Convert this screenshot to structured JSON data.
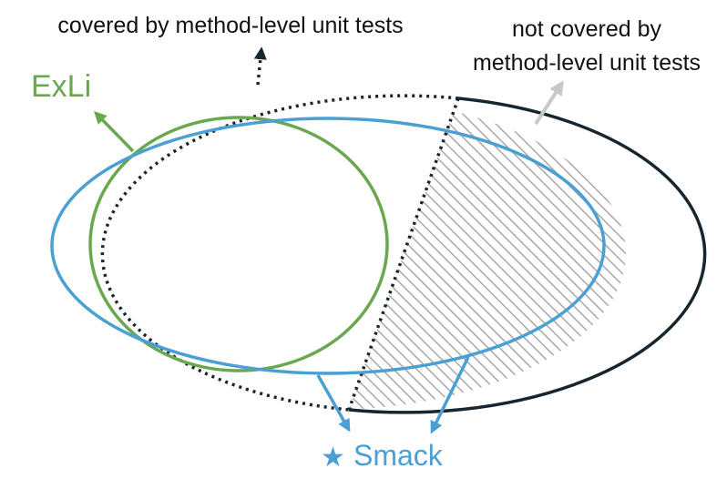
{
  "labels": {
    "covered": "covered by method-level unit tests",
    "not_covered_line1": "not covered by",
    "not_covered_line2": "method-level unit tests",
    "exli": "ExLi",
    "smack_star": "★",
    "smack": "Smack"
  },
  "colors": {
    "text": "#111111",
    "dark_outline": "#17252f",
    "green": "#6aa84f",
    "blue": "#4a9fd3",
    "gray_arrow": "#c8c8c8",
    "hatch": "#a8a8a8"
  }
}
